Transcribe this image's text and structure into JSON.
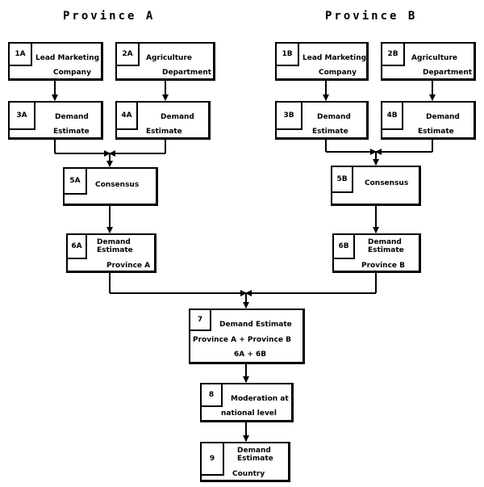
{
  "headers": {
    "a": "Province A",
    "b": "Province B"
  },
  "nodes": {
    "n1a": {
      "id": "1A",
      "line1": "Lead Marketing",
      "line2": "Company"
    },
    "n2a": {
      "id": "2A",
      "line1": "Agriculture",
      "line2": "Department"
    },
    "n1b": {
      "id": "1B",
      "line1": "Lead Marketing",
      "line2": "Company"
    },
    "n2b": {
      "id": "2B",
      "line1": "Agriculture",
      "line2": "Department"
    },
    "n3a": {
      "id": "3A",
      "line1": "Demand",
      "line2": "Estimate"
    },
    "n4a": {
      "id": "4A",
      "line1": "Demand",
      "line2": "Estimate"
    },
    "n3b": {
      "id": "3B",
      "line1": "Demand",
      "line2": "Estimate"
    },
    "n4b": {
      "id": "4B",
      "line1": "Demand",
      "line2": "Estimate"
    },
    "n5a": {
      "id": "5A",
      "line1": "Consensus"
    },
    "n5b": {
      "id": "5B",
      "line1": "Consensus"
    },
    "n6a": {
      "id": "6A",
      "line1": "Demand",
      "line2": "Estimate",
      "line3": "Province A"
    },
    "n6b": {
      "id": "6B",
      "line1": "Demand",
      "line2": "Estimate",
      "line3": "Province B"
    },
    "n7": {
      "id": "7",
      "line1": "Demand Estimate",
      "line2": "Province A + Province B",
      "line3": "6A + 6B"
    },
    "n8": {
      "id": "8",
      "line1": "Moderation at",
      "line2": "national level"
    },
    "n9": {
      "id": "9",
      "line1": "Demand",
      "line2": "Estimate",
      "line3": "Country"
    }
  }
}
